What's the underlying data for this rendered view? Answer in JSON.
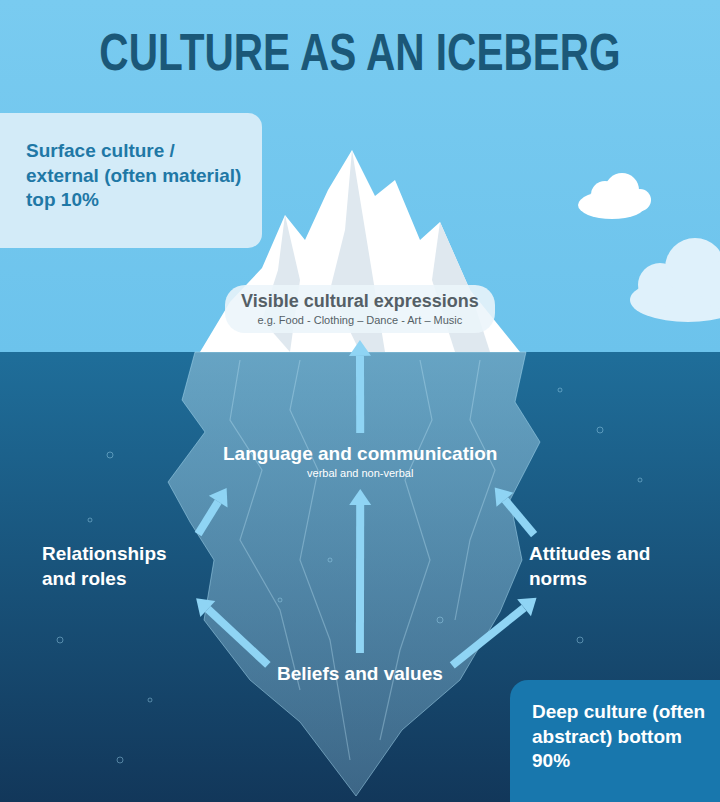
{
  "diagram": {
    "title": "CULTURE AS AN ICEBERG",
    "nodes": [
      {
        "text": [
          "Surface culture / external (often material) top 10%"
        ]
      },
      {
        "text": [
          "Visible cultural expressions",
          "e.g. Food - Clothing – Dance - Art – Music"
        ]
      },
      {
        "text": [
          "Language and communication",
          "verbal and non-verbal"
        ]
      },
      {
        "text": [
          "Relationships and roles"
        ]
      },
      {
        "text": [
          "Attitudes and norms"
        ]
      },
      {
        "text": [
          "Beliefs and values"
        ]
      },
      {
        "text": [
          "Deep culture (often abstract) bottom 90%"
        ]
      }
    ],
    "edges": [
      {
        "from": 5,
        "to": 2,
        "arrow": "to"
      },
      {
        "from": 2,
        "to": 1,
        "arrow": "to"
      },
      {
        "from": 5,
        "to": 3,
        "arrow": "to"
      },
      {
        "from": 3,
        "to": 2,
        "arrow": "to"
      },
      {
        "from": 5,
        "to": 4,
        "arrow": "to"
      },
      {
        "from": 4,
        "to": 2,
        "arrow": "to"
      }
    ]
  }
}
